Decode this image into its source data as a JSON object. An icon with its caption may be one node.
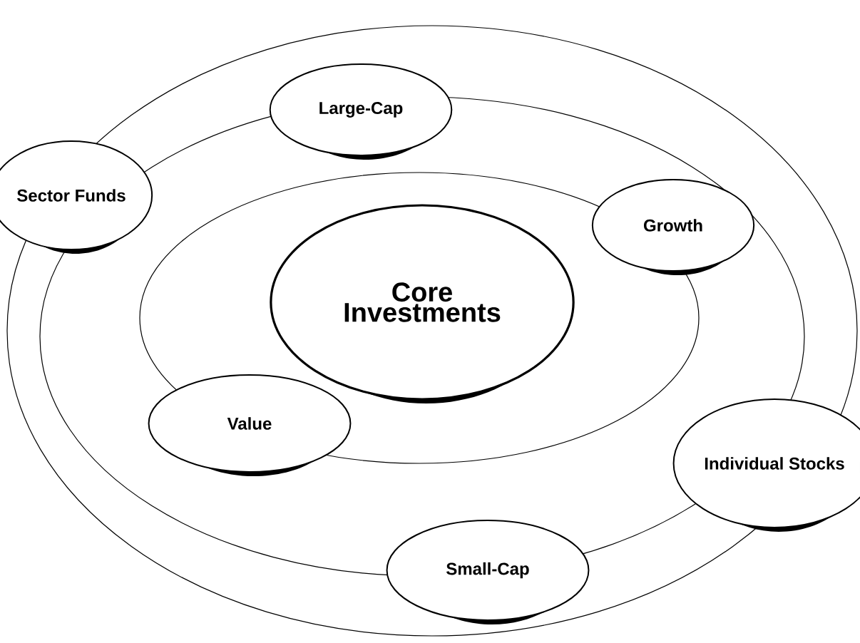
{
  "diagram": {
    "nodes": [
      {
        "text": [
          "Core Investments"
        ]
      },
      {
        "text": [
          "Large-Cap"
        ]
      },
      {
        "text": [
          "Sector Funds"
        ]
      },
      {
        "text": [
          "Growth"
        ]
      },
      {
        "text": [
          "Value"
        ]
      },
      {
        "text": [
          "Individual Stocks"
        ]
      },
      {
        "text": [
          "Small-Cap"
        ]
      }
    ]
  }
}
